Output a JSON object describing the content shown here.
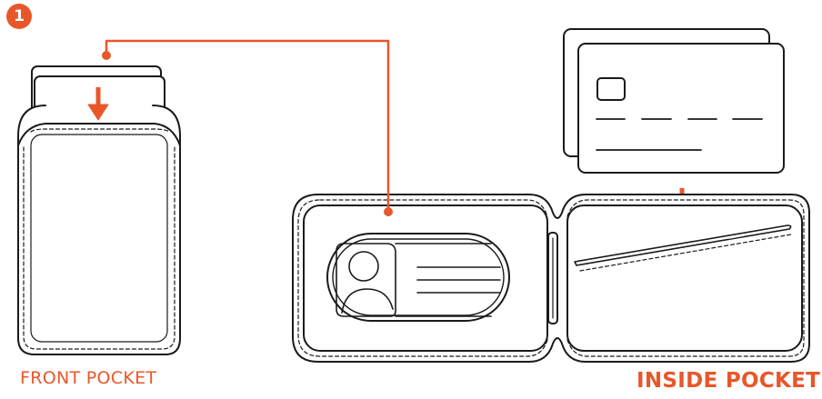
{
  "step_number": "1",
  "front_pocket_label": "FRONT POCKET",
  "inside_pocket_label": "INSIDE POCKET",
  "colors": {
    "accent": "#e8572a",
    "outline": "#1a1a1a",
    "background": "#ffffff"
  },
  "icons": [
    "arrow-down-icon",
    "person-icon",
    "chip-icon"
  ]
}
